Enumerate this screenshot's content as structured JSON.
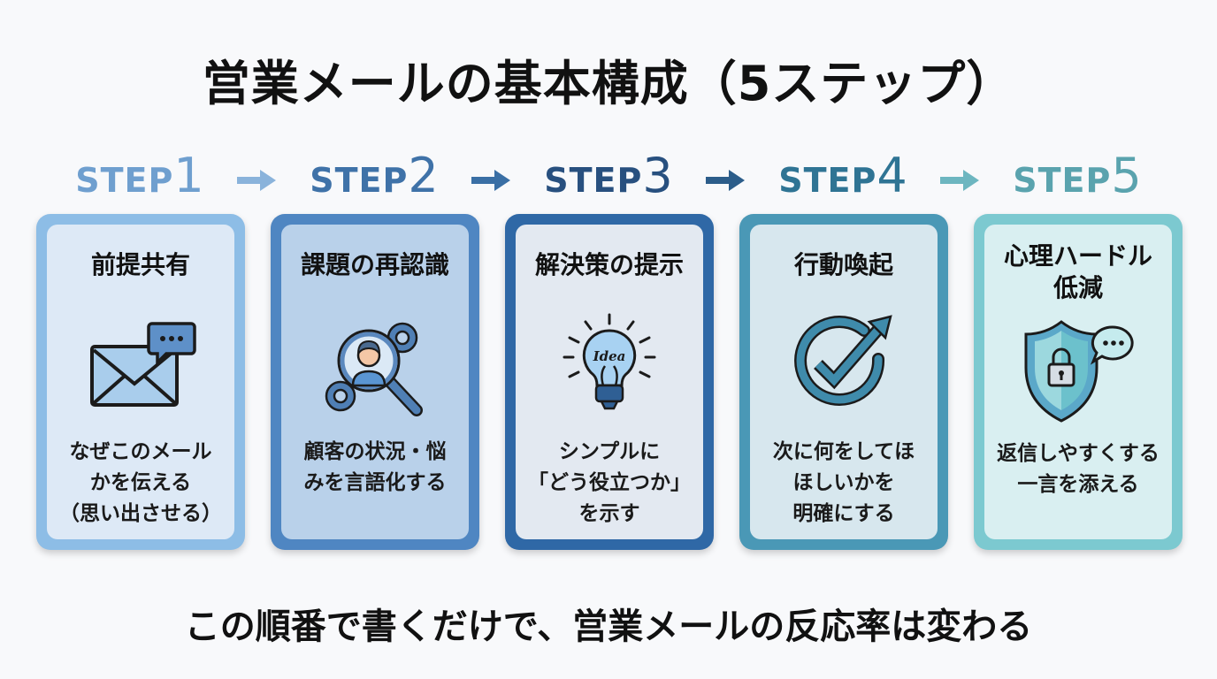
{
  "title": "営業メールの基本構成（5ステップ）",
  "footer": "この順番で書くだけで、営業メールの反応率は変わる",
  "steps": [
    {
      "word": "STEP",
      "num": "1",
      "title": "前提共有",
      "desc": "なぜこのメール\nかを伝える\n（思い出させる）",
      "icon": "envelope-chat-icon",
      "color": "#6f9fcf",
      "border": "#8dbde6",
      "bg": "#dde9f6"
    },
    {
      "word": "STEP",
      "num": "2",
      "title": "課題の再認識",
      "desc": "顧客の状況・悩\nみを言語化する",
      "icon": "magnifier-person-gears-icon",
      "color": "#3f72a8",
      "border": "#4f86c2",
      "bg": "#b9d1ea"
    },
    {
      "word": "STEP",
      "num": "3",
      "title": "解決策の提示",
      "desc": "シンプルに\n「どう役立つか」\nを示す",
      "icon": "lightbulb-idea-icon",
      "icon_text": "Idea",
      "color": "#28507f",
      "border": "#2f68a6",
      "bg": "#e3e9f1"
    },
    {
      "word": "STEP",
      "num": "4",
      "title": "行動喚起",
      "desc": "次に何をしてほ\nほしいかを\n明確にする",
      "icon": "check-arrow-circle-icon",
      "color": "#2f7494",
      "border": "#4a98b6",
      "bg": "#d7e7ee"
    },
    {
      "word": "STEP",
      "num": "5",
      "title": "心理ハードル\n低減",
      "desc": "返信しやすくする\n一言を添える",
      "icon": "shield-lock-chat-icon",
      "color": "#5aa3ae",
      "border": "#7cc9d0",
      "bg": "#d9eff1"
    }
  ],
  "arrows": [
    {
      "color": "#8ab3db",
      "icon": "arrow-right-icon"
    },
    {
      "color": "#3a6fa5",
      "icon": "arrow-right-icon"
    },
    {
      "color": "#2c5d8a",
      "icon": "arrow-right-icon"
    },
    {
      "color": "#6db6c0",
      "icon": "arrow-right-icon"
    }
  ]
}
